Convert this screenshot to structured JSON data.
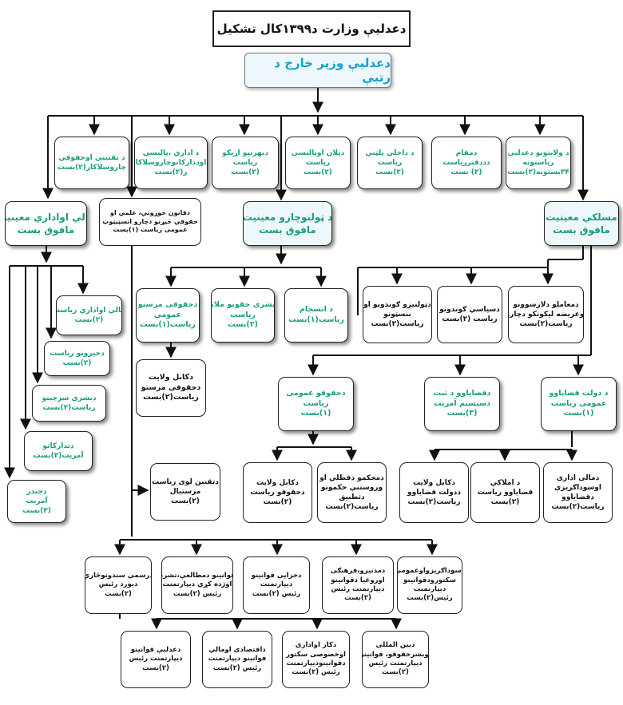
{
  "title": "دعدلیې وزارت د۱۳۹۹کال تشکیل",
  "minister": "دعدلیې وزیر خارج د رتبې",
  "colors": {
    "green_text": "#1a9d7a",
    "blue_text": "#13a3cf",
    "line": "#111111"
  },
  "direct_units": [
    {
      "lines": [
        "د ولایتونو دعدلیې",
        "ریاستونه",
        "۳۴بستونه(۲)بست"
      ]
    },
    {
      "lines": [
        "دمقام",
        "دددفترریاست",
        "(۳) بست"
      ]
    },
    {
      "lines": [
        "د داخلي پلټنې",
        "ریاست",
        "(۲)بست"
      ]
    },
    {
      "lines": [
        "دپلان اوپالیسی",
        "ریاست",
        "(۲)بست"
      ]
    },
    {
      "lines": [
        "دبهرنیو اړیکو",
        "ریاست",
        "(۲)بست"
      ]
    },
    {
      "lines": [
        "د اداري ،پالیسي",
        "اوددارکانوچاروسلاکا",
        "ر(۲)بست"
      ]
    },
    {
      "lines": [
        "د تقنیني اوحقوقي",
        "چاروسلاکار(۲)بست"
      ]
    }
  ],
  "finance_deputy": {
    "lines": [
      "مالي اواداري معینیت",
      "مافوق بست"
    ]
  },
  "finance_units": [
    {
      "lines": [
        "مالي اواداري ریاست",
        "(۲)بست"
      ]
    },
    {
      "lines": [
        "دخیرونو ریاست",
        "(۲)بست"
      ]
    },
    {
      "lines": [
        "دبشري سرچینو",
        "ریاست(۲)بست"
      ]
    },
    {
      "lines": [
        "دتدارکاتو",
        "آمریت(۳)بست"
      ]
    },
    {
      "lines": [
        "دجندر",
        "آمریت",
        "(۳)بست"
      ]
    }
  ],
  "institute": {
    "lines": [
      "دقانون جوړونې، علمي او",
      "حقوقي څیړنو دچارو انسټیټوټ",
      "عمومی ریاست (۱)بست"
    ]
  },
  "social_deputy": {
    "lines": [
      "د ټولنوچارو معینیت",
      "مافوق بست"
    ]
  },
  "social_units": [
    {
      "lines": [
        "د انسجام",
        "ریاست(۱)بست"
      ]
    },
    {
      "lines": [
        "دبشری حقونو ملاتړ",
        "ریاست",
        "(۲)بست"
      ]
    },
    {
      "lines": [
        "دحقوقی مرستو",
        "عمومی",
        "ریاست(۱)بست"
      ]
    }
  ],
  "kabul_legal_aid": {
    "lines": [
      "دکابل ولایت",
      "دحقوقی مرستو",
      "ریاست(۲)بست"
    ]
  },
  "professional_deputy": {
    "lines": [
      "مسلکي معینیت",
      "مافوق بست"
    ]
  },
  "professional_top": [
    {
      "lines": [
        "دمعاملو دلارښوونو",
        "اوعریضه لیکونکو دچارو",
        "ریاست(۲)بست"
      ]
    },
    {
      "lines": [
        "دسیاسي ګوندونو",
        "ریاست (۲)بست"
      ]
    },
    {
      "lines": [
        "دټولنیزو ګوندونو او",
        "بنسټونو",
        "ریاست(۲)بست"
      ]
    }
  ],
  "professional_mid": [
    {
      "lines": [
        "د دولت قضایاوو",
        "عمومی ریاست",
        "(۱)بست"
      ]
    },
    {
      "lines": [
        "دقضایاوو د ثبت",
        "دسیستم آمریت",
        "(۳)بست"
      ]
    },
    {
      "lines": [
        "دحقوقو عمومی",
        "ریاست",
        "(۱)بست"
      ]
    }
  ],
  "state_cases_units": [
    {
      "lines": [
        "دمالی اداری",
        "اوسوداګریزې",
        "دقضایاوو",
        "ریاست(۲)بست"
      ]
    },
    {
      "lines": [
        "د املاکې",
        "قضایاوو ریاست",
        "(۲)بست"
      ]
    },
    {
      "lines": [
        "دکابل ولایت",
        "ددولت قضایاوو",
        "ریاست(۲)بست"
      ]
    }
  ],
  "rights_units": [
    {
      "lines": [
        "دمحکمو دفطلې او",
        "وروستنې حکمونو",
        "دتطبیق",
        "ریاست(۲)بست"
      ]
    },
    {
      "lines": [
        "دکابل ولایت",
        "دحقوقو ریاست",
        "(۲)بست"
      ]
    }
  ],
  "juvenile": {
    "lines": [
      "دتقنین لوی ریاست",
      "مرستیال",
      "(۲)بست"
    ]
  },
  "legislation_row1": [
    {
      "lines": [
        "دسوداګریزواوعمومی",
        "سکتورودقوانینو",
        "دیپارتمنت",
        "رئیس(۲)بست"
      ]
    },
    {
      "lines": [
        "دمدنیزو،فرهنګی",
        "اوروغیا دقوانینو",
        "دیپارتمنت رئیس",
        "(۲)بست"
      ]
    },
    {
      "lines": [
        "دجزایی قوانینو",
        "دیپارتمنت",
        "رئیس (۲)بست"
      ]
    },
    {
      "lines": [
        "دقوانینو دمطالعې،تشریح",
        "اوژده کړې دیپارتمنت",
        "رئیس (۲)بست"
      ]
    },
    {
      "lines": [
        "درسمي سندونوڅارې",
        "دیورد رئیس",
        "(۲)بست"
      ]
    }
  ],
  "legislation_row2": [
    {
      "lines": [
        "دبین المللی",
        "اوبشرحقوقو، قوانینو",
        "دیپارتمنت رئیس",
        "(۲)بست"
      ]
    },
    {
      "lines": [
        "دکار اواداری",
        "اوخصوصی سکتور",
        "دقوانینودیپارتمنت",
        "رئیس (۲)بست"
      ]
    },
    {
      "lines": [
        "داقتصادی اومالي",
        "قوانینو دیپارتمنت",
        "رئیس (۲)بست"
      ]
    },
    {
      "lines": [
        "دعدلیې قوانینو",
        "دیپارتمنت رئیس",
        "(۲)بست"
      ]
    }
  ]
}
